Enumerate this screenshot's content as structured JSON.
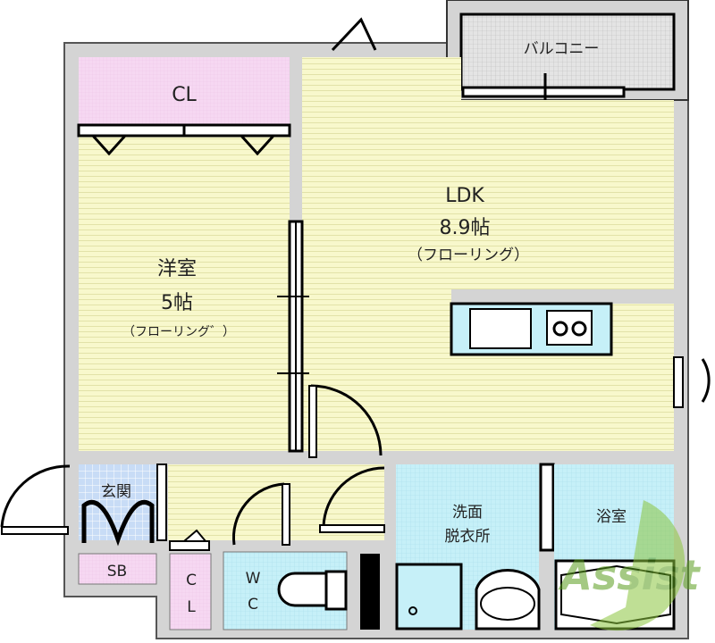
{
  "rooms": {
    "closet_top": {
      "label": "CL"
    },
    "western_room": {
      "name": "洋室",
      "size": "5帖",
      "floor": "（フローリング゛）"
    },
    "ldk": {
      "name": "LDK",
      "size": "8.9帖",
      "floor": "（フローリング）"
    },
    "balcony": {
      "label": "バルコニー"
    },
    "entrance": {
      "label": "玄関"
    },
    "shoe_box": {
      "label": "SB"
    },
    "closet_small": {
      "line1": "C",
      "line2": "L"
    },
    "toilet": {
      "line1": "W",
      "line2": "C"
    },
    "washroom": {
      "line1": "洗面",
      "line2": "脱衣所"
    },
    "bathroom": {
      "label": "浴室"
    }
  },
  "watermark": {
    "text": "Assist"
  },
  "colors": {
    "wall": "#d4d4d4",
    "floor_wood": "#f8f8cc",
    "closet": "#f6d8f2",
    "wet_area": "#c6f0f8",
    "entrance": "#c8dcf6",
    "watermark": "#8cc63f"
  }
}
